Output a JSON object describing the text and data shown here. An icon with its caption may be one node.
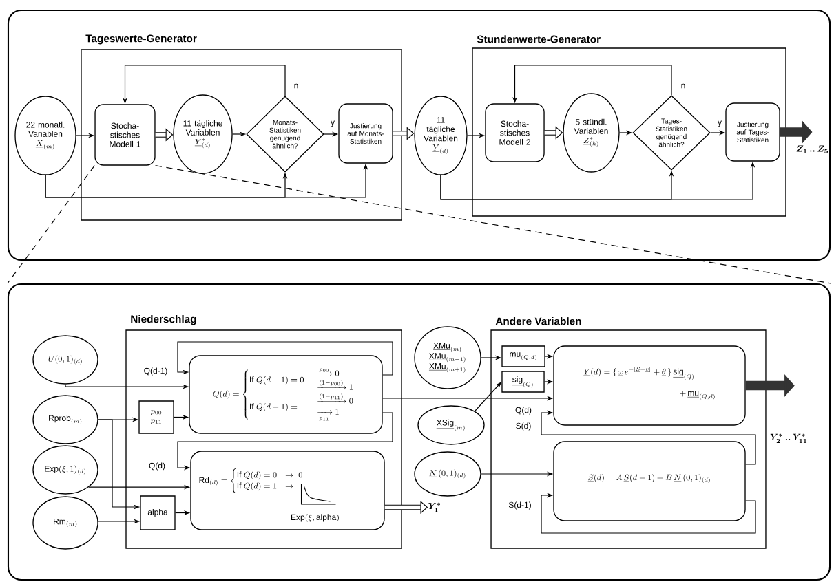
{
  "diagram": {
    "nodes": [
      {
        "text": [],
        "shape": "box"
      },
      {
        "text": [
          "Tageswerte-Generator"
        ],
        "in": 0
      },
      {
        "text": [
          "22 monatl. Variablen",
          "\\underline{X}_{(m)}"
        ],
        "in": 0
      },
      {
        "text": [
          "Stocha- stisches Modell 1"
        ],
        "in": 1
      },
      {
        "text": [
          "11 tägliche Variablen",
          "\\underline{Y}^{*}_{(d)}"
        ],
        "in": 1
      },
      {
        "text": [
          "Monats- Statistiken genügend ähnlich?"
        ],
        "in": 1
      },
      {
        "text": [
          "Justierung auf Monats- Statistiken"
        ],
        "in": 1
      },
      {
        "text": [
          "11 tägliche Variablen",
          "\\underline{Y}_{(d)}"
        ],
        "in": 0
      },
      {
        "text": [
          "Stundenwerte-Generator"
        ],
        "in": 0
      },
      {
        "text": [
          "Stocha- stisches Modell 2"
        ],
        "in": 8
      },
      {
        "text": [
          "5 stündl. Variablen",
          "\\underline{Z}^{*}_{(h)}"
        ],
        "in": 8
      },
      {
        "text": [
          "Tages- Statistiken genügend ähnlich?"
        ],
        "in": 8
      },
      {
        "text": [
          "Justierung auf Tages- Statistiken"
        ],
        "in": 8
      },
      {
        "text": [
          "Z_{1}\\,..\\,Z_{5}"
        ],
        "in": 0
      },
      {
        "text": [],
        "shape": "box"
      },
      {
        "text": [
          "Niederschlag"
        ],
        "in": 14
      },
      {
        "text": [
          "U(0,1)_{(d)}"
        ],
        "in": 14
      },
      {
        "text": [
          "\\mathrm{Rprob}_{(m)}"
        ],
        "in": 14
      },
      {
        "text": [
          "\\mathrm{Exp}(\\xi,1)_{(d)}"
        ],
        "in": 14
      },
      {
        "text": [
          "\\mathrm{Rm}_{(m)}"
        ],
        "in": 14
      },
      {
        "text": [
          "p_{00}",
          "p_{11}"
        ],
        "in": 15
      },
      {
        "text": [
          "alpha"
        ],
        "in": 15
      },
      {
        "text": [
          "Q(d)=\\begin{cases}\\mathrm{If}\\ Q(d-1)=0 & \\begin{array}{l}\\xrightarrow{p_{00}}0\\\\ \\xrightarrow{(1-p_{00})}1\\end{array}\\\\ \\mathrm{If}\\ Q(d-1)=1 & \\begin{array}{l}\\xrightarrow{(1-p_{11})}0\\\\ \\xrightarrow[p_{11}]{}1\\end{array}\\end{cases}"
        ],
        "in": 15
      },
      {
        "text": [
          "\\mathrm{Rd}_{(d)}=\\begin{cases}\\mathrm{If}\\ Q(d)=0 & \\rightarrow\\ 0\\\\ \\mathrm{If}\\ Q(d)=1 & \\rightarrow\\end{cases}",
          "\\mathrm{Exp}(\\xi,\\mathrm{alpha})"
        ],
        "in": 15
      },
      {
        "text": [
          "Y^{*}_{1}"
        ],
        "in": 14
      },
      {
        "text": [
          "Andere Variablen"
        ],
        "in": 14
      },
      {
        "text": [
          "\\underline{\\mathrm{XMu}}_{(m)}",
          "\\underline{\\mathrm{XMu}}_{(m-1)}",
          "\\underline{\\mathrm{XMu}}_{(m+1)}"
        ],
        "in": 14
      },
      {
        "text": [
          "\\underline{\\mathrm{XSig}}_{(m)}"
        ],
        "in": 14
      },
      {
        "text": [
          "\\underline{N}\\,(0,1)_{(d)}"
        ],
        "in": 14
      },
      {
        "text": [
          "\\underline{\\mathrm{mu}}_{(Q,d)}"
        ],
        "in": 25
      },
      {
        "text": [
          "\\underline{\\mathrm{sig}}_{(Q)}"
        ],
        "in": 25
      },
      {
        "text": [
          "\\underline{Y}(d)=\\{\\,\\underline{x}\\,e^{-[\\underline{S}+\\underline{v}]}+\\underline{\\theta}\\,\\}\\,\\underline{\\mathrm{sig}}_{(Q)}",
          "+\\,\\underline{\\mathrm{mu}}_{(Q,d)}"
        ],
        "in": 25
      },
      {
        "text": [
          "\\underline{S}(d)=A\\,\\underline{S}(d-1)+B\\,\\underline{N}\\,(0,1)_{(d)}"
        ],
        "in": 25
      },
      {
        "text": [
          "Y^{*}_{2}\\,..\\,Y^{*}_{11}"
        ],
        "in": 14
      }
    ],
    "edges": [
      {
        "from": 2,
        "to": 3,
        "arrow": "to"
      },
      {
        "from": 3,
        "to": 4,
        "arrow": "to",
        "style": "thick"
      },
      {
        "from": 4,
        "to": 5,
        "arrow": "to"
      },
      {
        "from": 5,
        "to": 3,
        "arrow": "to",
        "label": "n"
      },
      {
        "from": 5,
        "to": 6,
        "arrow": "to",
        "label": "y"
      },
      {
        "from": 2,
        "to": 5,
        "arrow": "to"
      },
      {
        "from": 2,
        "to": 6,
        "arrow": "to"
      },
      {
        "from": 6,
        "to": 7,
        "arrow": "to",
        "style": "thick"
      },
      {
        "from": 7,
        "to": 9,
        "arrow": "to"
      },
      {
        "from": 9,
        "to": 10,
        "arrow": "to",
        "style": "thick"
      },
      {
        "from": 10,
        "to": 11,
        "arrow": "to"
      },
      {
        "from": 11,
        "to": 9,
        "arrow": "to",
        "label": "n"
      },
      {
        "from": 11,
        "to": 12,
        "arrow": "to",
        "label": "y"
      },
      {
        "from": 7,
        "to": 11,
        "arrow": "to"
      },
      {
        "from": 7,
        "to": 12,
        "arrow": "to"
      },
      {
        "from": 12,
        "to": 13,
        "arrow": "to",
        "style": "thick",
        "color": "#333333"
      },
      {
        "from": 3,
        "to": 14,
        "arrow": "none",
        "style": "dashed"
      },
      {
        "from": 3,
        "to": 14,
        "arrow": "none",
        "style": "dashed"
      },
      {
        "from": 16,
        "to": 22,
        "arrow": "to"
      },
      {
        "from": 17,
        "to": 20,
        "arrow": "to"
      },
      {
        "from": 17,
        "to": 21,
        "arrow": "to"
      },
      {
        "from": 19,
        "to": 21,
        "arrow": "to"
      },
      {
        "from": 18,
        "to": 23,
        "arrow": "to"
      },
      {
        "from": 20,
        "to": 22,
        "arrow": "to"
      },
      {
        "from": 21,
        "to": 23,
        "arrow": "to"
      },
      {
        "from": 22,
        "to": 22,
        "arrow": "to",
        "label": "Q(d-1)"
      },
      {
        "from": 22,
        "to": 23,
        "arrow": "to",
        "label": "Q(d)"
      },
      {
        "from": 23,
        "to": 24,
        "arrow": "to",
        "style": "thick"
      },
      {
        "from": 26,
        "to": 29,
        "arrow": "to"
      },
      {
        "from": 27,
        "to": 30,
        "arrow": "to"
      },
      {
        "from": 22,
        "to": 31,
        "arrow": "to",
        "label": "Q(d)"
      },
      {
        "from": 29,
        "to": 31,
        "arrow": "to"
      },
      {
        "from": 30,
        "to": 31,
        "arrow": "to"
      },
      {
        "from": 28,
        "to": 32,
        "arrow": "to"
      },
      {
        "from": 32,
        "to": 31,
        "arrow": "to",
        "label": "S(d)"
      },
      {
        "from": 32,
        "to": 32,
        "arrow": "to",
        "label": "S(d-1)"
      },
      {
        "from": 31,
        "to": 33,
        "arrow": "to",
        "style": "thick",
        "color": "#333333"
      }
    ]
  }
}
